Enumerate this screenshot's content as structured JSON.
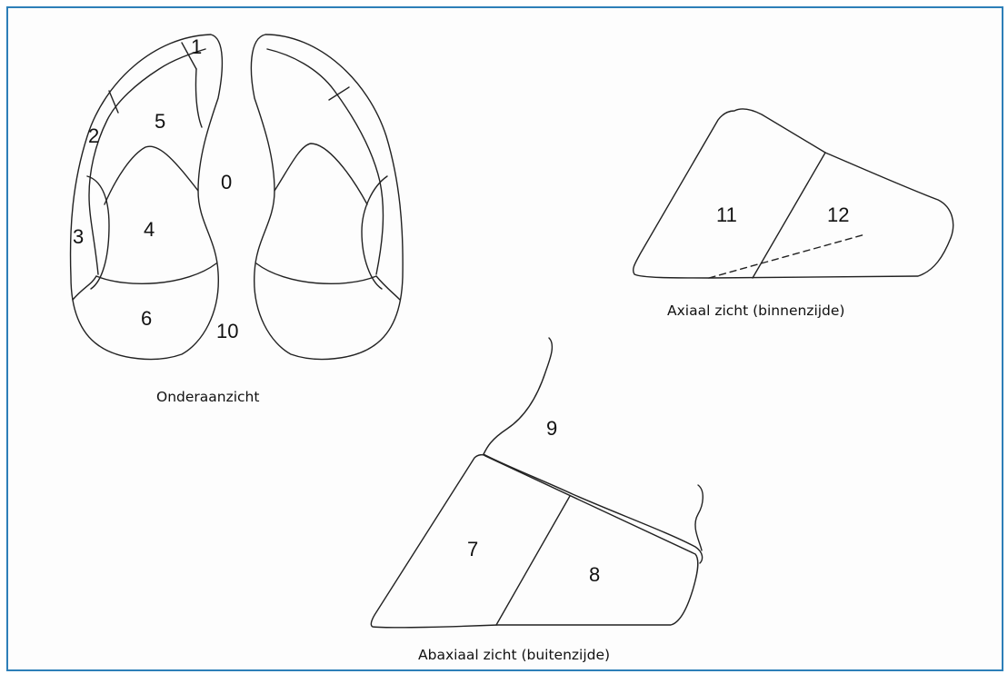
{
  "zones": {
    "z0": "0",
    "z1": "1",
    "z2": "2",
    "z3": "3",
    "z4": "4",
    "z5": "5",
    "z6": "6",
    "z7": "7",
    "z8": "8",
    "z9": "9",
    "z10": "10",
    "z11": "11",
    "z12": "12"
  },
  "captions": {
    "bottom_view": "Onderaanzicht",
    "axial_view": "Axiaal zicht (binnenzijde)",
    "abaxial_view": "Abaxiaal zicht (buitenzijde)"
  },
  "colors": {
    "frame_border": "#2d7fb8",
    "line": "#222222"
  }
}
